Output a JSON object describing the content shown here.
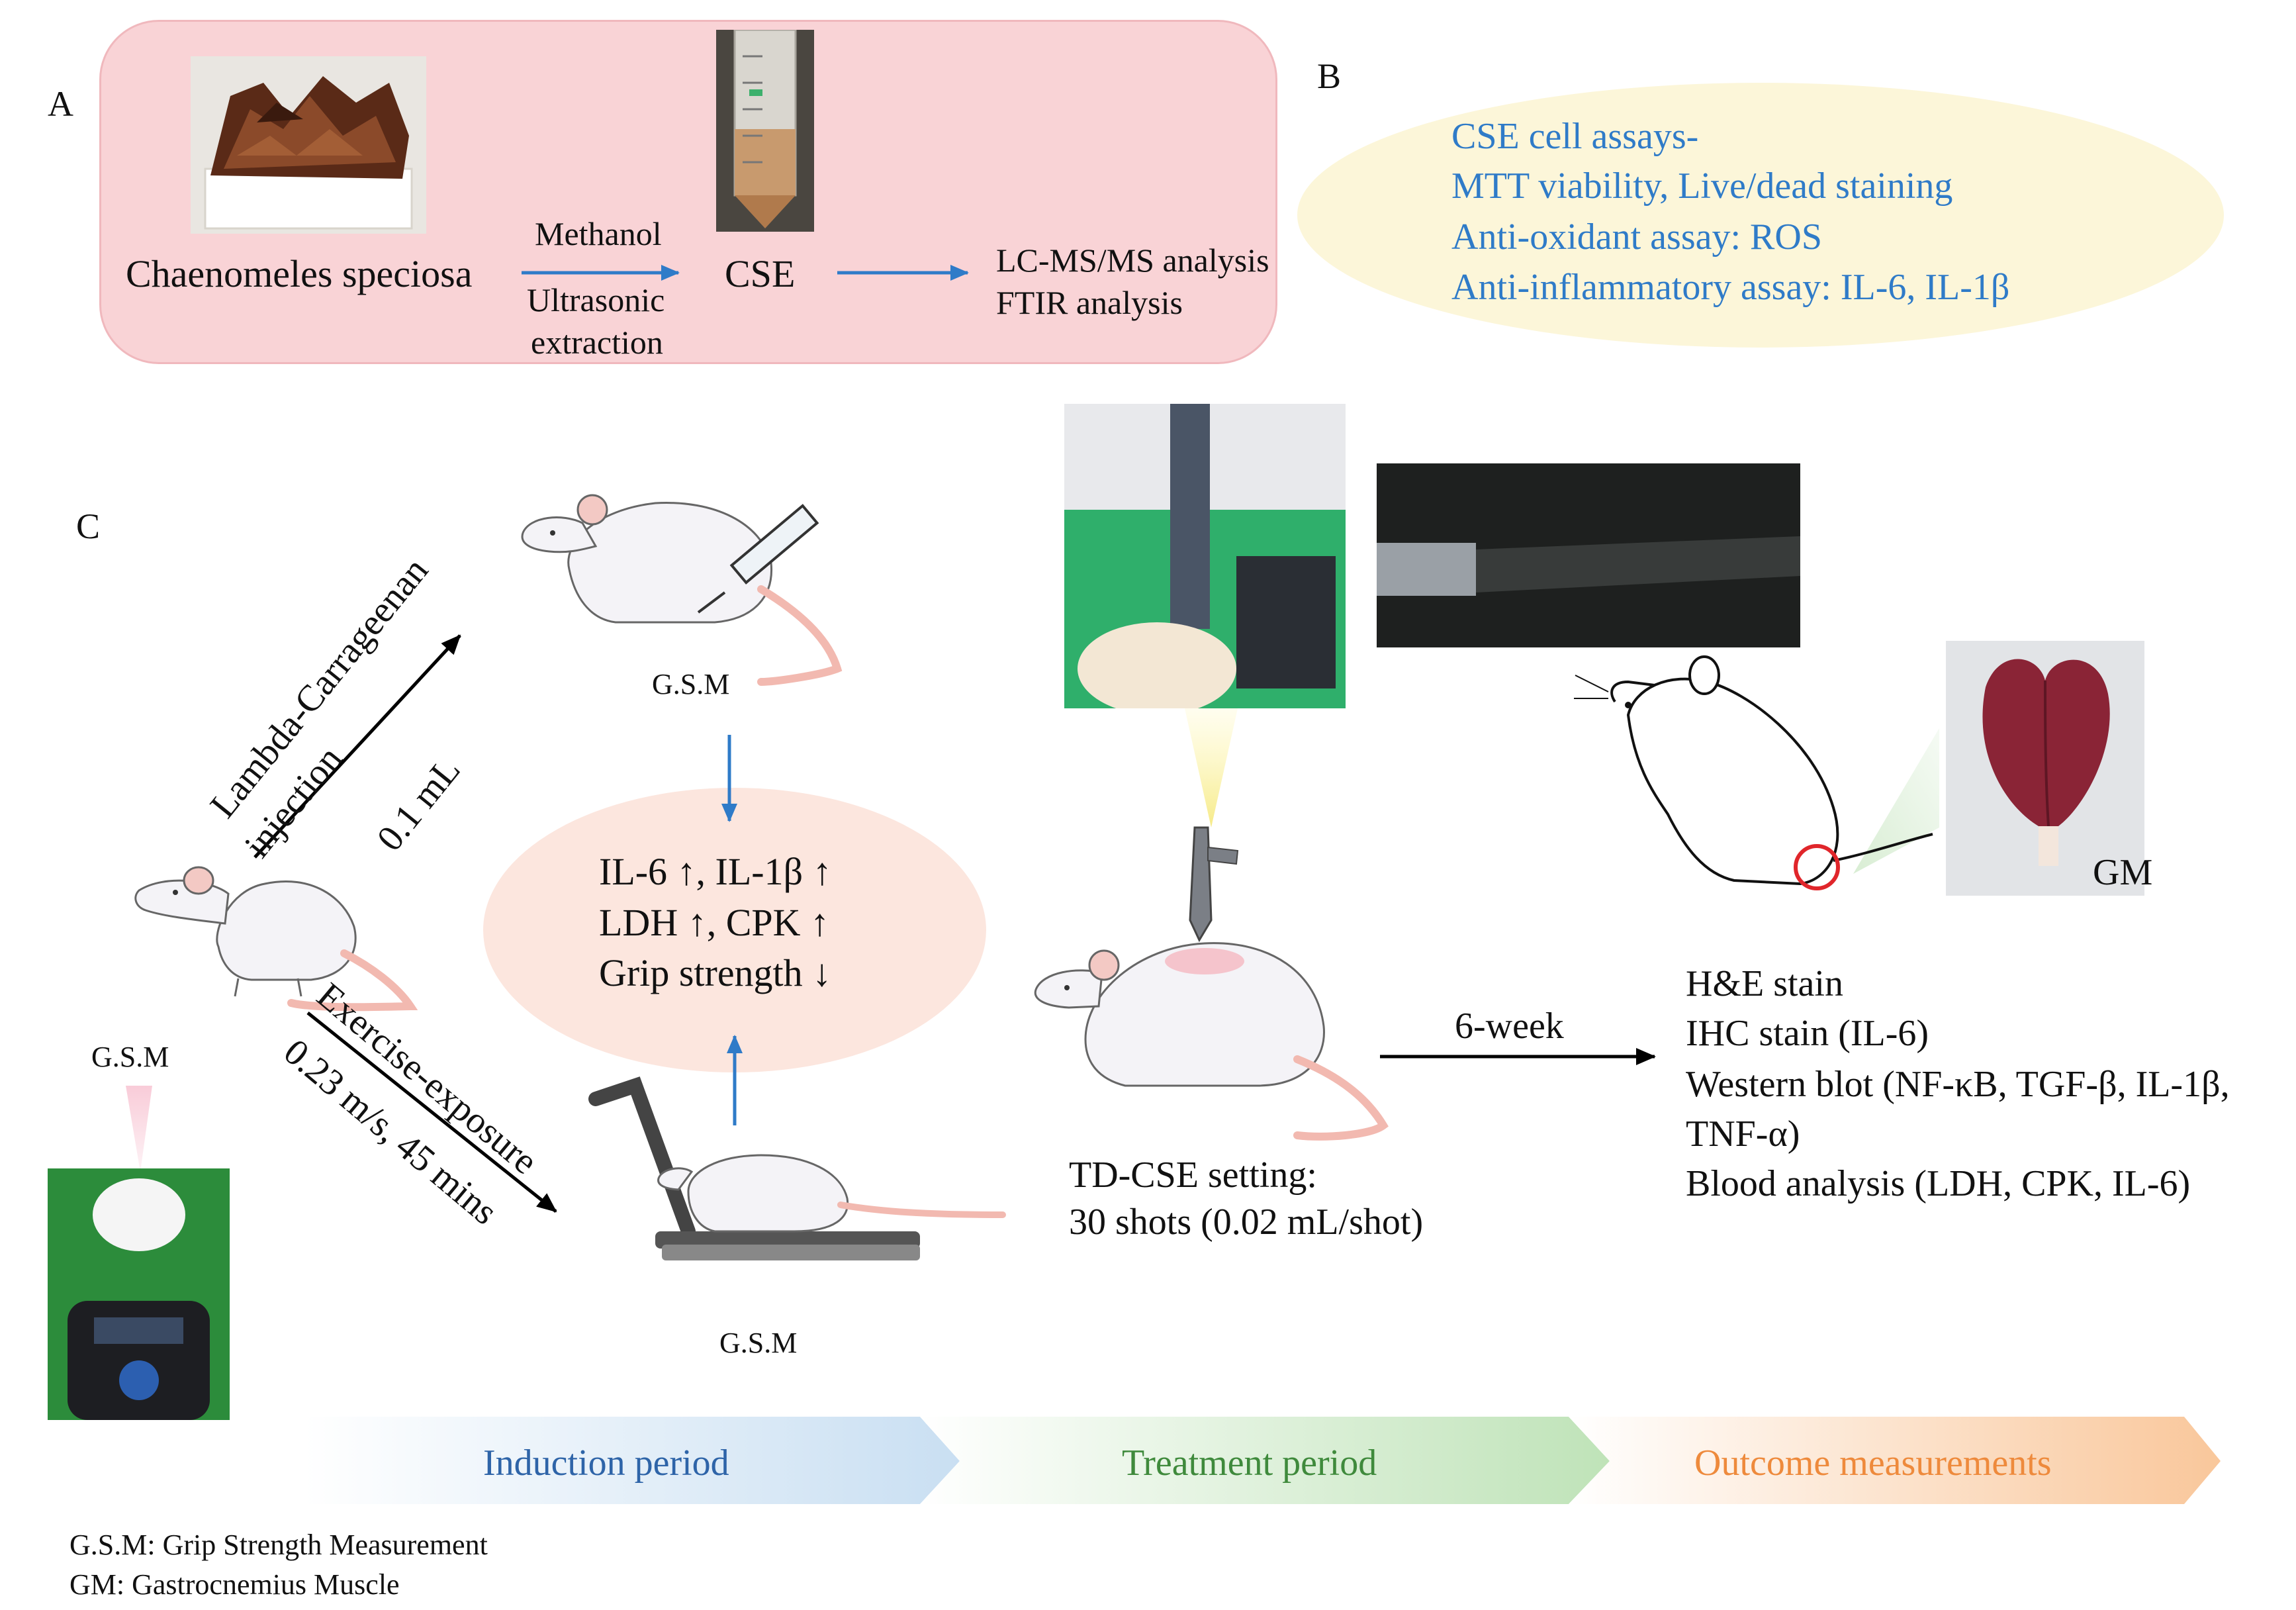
{
  "panel_labels": {
    "a": "A",
    "b": "B",
    "c": "C"
  },
  "panel_a": {
    "source": "Chaenomeles speciosa",
    "arrow1_top": "Methanol",
    "arrow1_bottom_1": "Ultrasonic",
    "arrow1_bottom_2": "extraction",
    "product": "CSE",
    "analysis_1": "LC-MS/MS analysis",
    "analysis_2": "FTIR analysis"
  },
  "panel_b": {
    "lines": [
      "CSE cell assays-",
      "MTT viability, Live/dead staining",
      "Anti-oxidant assay: ROS",
      "Anti-inflammatory assay: IL-6, IL-1β"
    ]
  },
  "panel_c": {
    "injection_line1": "Lambda-Carrageenan",
    "injection_line2": "injection",
    "injection_dose": "0.1 mL",
    "exercise_line1": "Exercise-exposure",
    "exercise_line2": "0.23 m/s, 45 mins",
    "gsm_left": "G.S.M",
    "gsm_top": "G.S.M",
    "gsm_bottom": "G.S.M",
    "markers": [
      "IL-6 ↑, IL-1β ↑",
      "LDH ↑, CPK ↑",
      "Grip strength ↓"
    ],
    "treatment_1": "TD-CSE setting:",
    "treatment_2": "30 shots (0.02 mL/shot)",
    "duration": "6-week",
    "gm_label": "GM",
    "outcomes": [
      "H&E stain",
      "IHC stain (IL-6)",
      "Western blot (NF-κB, TGF-β, IL-1β,",
      "TNF-α)",
      "Blood analysis (LDH, CPK, IL-6)"
    ]
  },
  "timeline": {
    "induction": "Induction period",
    "treatment": "Treatment period",
    "outcome": "Outcome measurements"
  },
  "footnotes": [
    "G.S.M: Grip Strength Measurement",
    "GM: Gastrocnemius Muscle"
  ],
  "colors": {
    "panel_a_bg": "#f9d3d6",
    "panel_b_bg": "#fcf6d9",
    "panel_b_text": "#2f7bc8",
    "arrow_blue": "#2f7bc8",
    "induction_text": "#2e64a8",
    "treatment_text": "#3f8a3c",
    "outcome_text": "#ee8a3c",
    "circle_red": "#e0262b"
  }
}
